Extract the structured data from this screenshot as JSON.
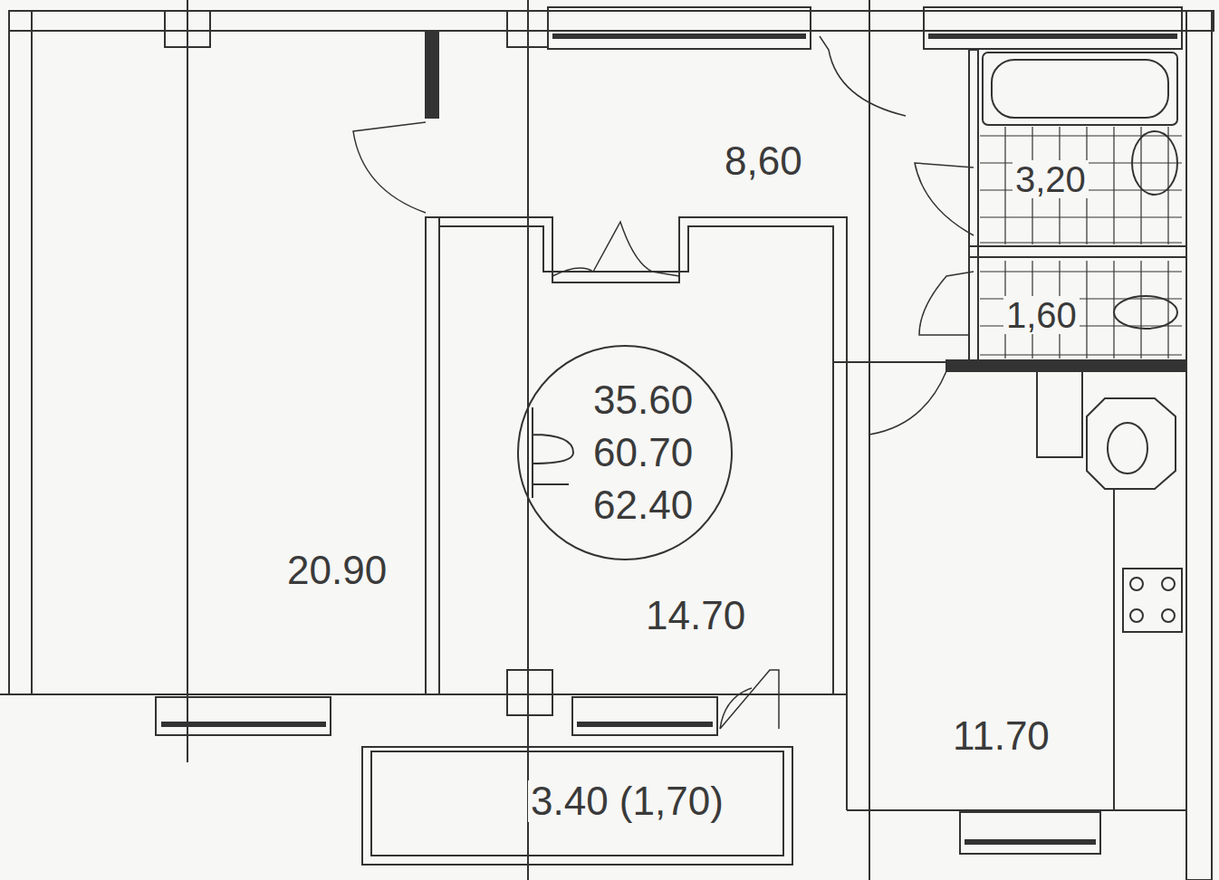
{
  "diagram": {
    "nodes": [
      {
        "text": [
          "35.60",
          "60.70",
          "62.40"
        ]
      }
    ],
    "labels": [
      "8,60",
      "3,20",
      "1,60",
      "20.90",
      "14.70",
      "11.70",
      "3.40 (1,70)"
    ]
  }
}
